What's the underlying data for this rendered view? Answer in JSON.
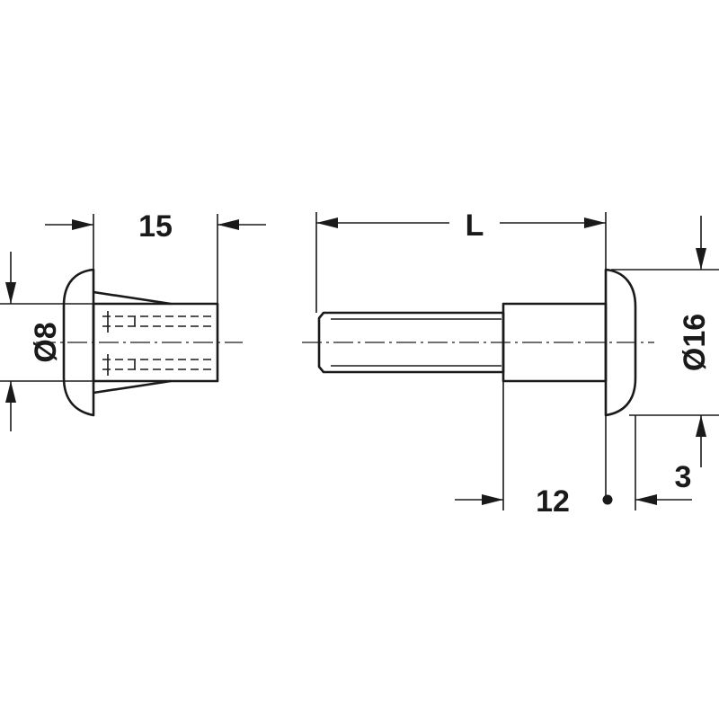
{
  "drawing": {
    "sleeve": {
      "length_label": "15",
      "diameter_label": "Ø8"
    },
    "bolt": {
      "length_label": "L",
      "head_diameter_label": "Ø16",
      "shank_label": "12",
      "head_thickness_label": "3"
    }
  }
}
